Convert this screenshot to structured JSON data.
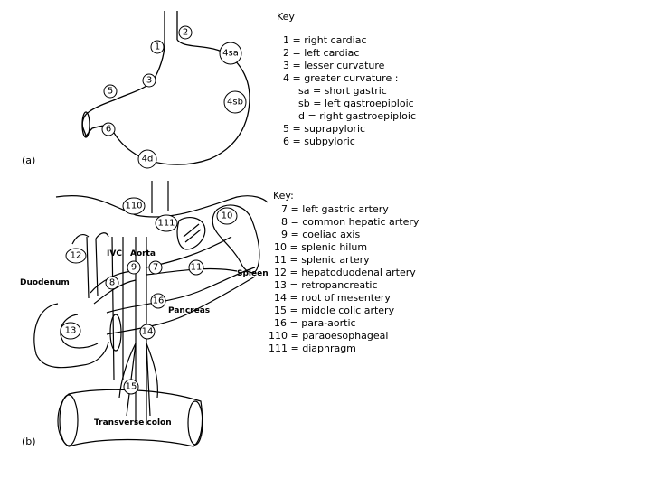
{
  "panel_a": {
    "label": "(a)",
    "stations": [
      "1",
      "2",
      "3",
      "4sa",
      "4sb",
      "4d",
      "5",
      "6"
    ],
    "key": {
      "title": "Key",
      "lines": [
        "1 = right cardiac",
        "2 = left cardiac",
        "3 = lesser curvature",
        "4 = greater curvature :",
        "sa = short gastric",
        "sb = left gastroepiploic",
        "d = right gastroepiploic",
        "5 = suprapyloric",
        "6 = subpyloric"
      ]
    }
  },
  "panel_b": {
    "label": "(b)",
    "stations": [
      "7",
      "8",
      "9",
      "10",
      "11",
      "12",
      "13",
      "14",
      "15",
      "16",
      "110",
      "111"
    ],
    "anatomy_labels": {
      "ivc": "IVC",
      "aorta": "Aorta",
      "spleen": "Spleen",
      "duodenum": "Duodenum",
      "pancreas": "Pancreas",
      "transverse_colon": "Transverse colon"
    },
    "key": {
      "title": "Key:",
      "lines": [
        "7 = left gastric artery",
        "8 = common hepatic artery",
        "9 = coeliac axis",
        "10 = splenic hilum",
        "11 = splenic artery",
        "12 = hepatoduodenal artery",
        "13 = retropancreatic",
        "14 = root of mesentery",
        "15 = middle colic artery",
        "16 = para-aortic",
        "110 = paraoesophageal",
        "111 = diaphragm"
      ]
    }
  }
}
